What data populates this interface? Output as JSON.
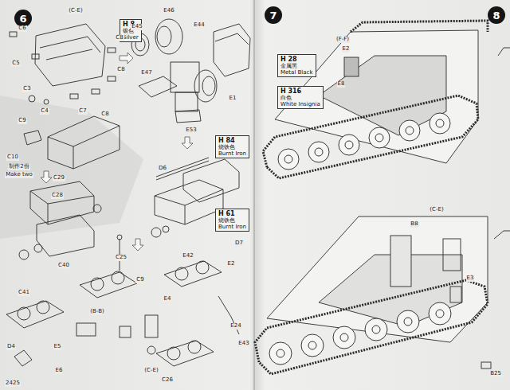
{
  "diagram": {
    "nodes": [
      {
        "text": [
          "6"
        ]
      },
      {
        "text": [
          "7"
        ]
      },
      {
        "text": [
          "8"
        ]
      },
      {
        "text": [
          "H 8",
          "银色",
          "Silver"
        ]
      },
      {
        "text": [
          "H 84",
          "烧铁色",
          "Burnt Iron"
        ]
      },
      {
        "text": [
          "H 61",
          "烧铁色",
          "Burnt Iron"
        ]
      },
      {
        "text": [
          "H 28",
          "金属黑",
          "Metal Black"
        ]
      },
      {
        "text": [
          "H 316",
          "白色",
          "White Insignia"
        ]
      }
    ],
    "labels": [
      "(C-E)",
      "C6",
      "C8",
      "C5",
      "C8",
      "C3",
      "C4",
      "C9",
      "C10",
      "C7",
      "C8",
      "制作2份",
      "Make two",
      "C29",
      "E46",
      "E45",
      "E44",
      "E47",
      "E53",
      "E1",
      "D6",
      "D7",
      "C28",
      "C40",
      "C41",
      "C25",
      "E42",
      "E2",
      "C9",
      "(B-B)",
      "E4",
      "D4",
      "E5",
      "E6",
      "(C-E)",
      "C26",
      "E24",
      "E43",
      "2425",
      "(F-F)",
      "E2",
      "E8",
      "(C-E)",
      "B8",
      "B25",
      "E3"
    ]
  }
}
